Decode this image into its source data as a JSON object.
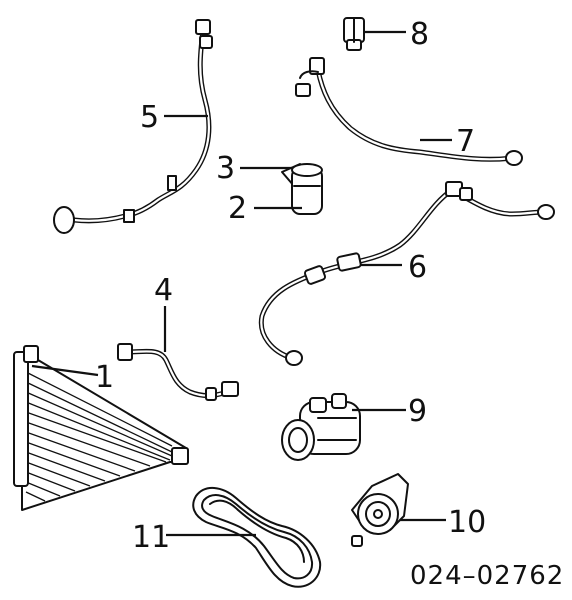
{
  "diagram": {
    "document_number": "024–02762",
    "callouts": [
      {
        "id": "1",
        "label": "1"
      },
      {
        "id": "2",
        "label": "2"
      },
      {
        "id": "3",
        "label": "3"
      },
      {
        "id": "4",
        "label": "4"
      },
      {
        "id": "5",
        "label": "5"
      },
      {
        "id": "6",
        "label": "6"
      },
      {
        "id": "7",
        "label": "7"
      },
      {
        "id": "8",
        "label": "8"
      },
      {
        "id": "9",
        "label": "9"
      },
      {
        "id": "10",
        "label": "10"
      },
      {
        "id": "11",
        "label": "11"
      }
    ]
  }
}
